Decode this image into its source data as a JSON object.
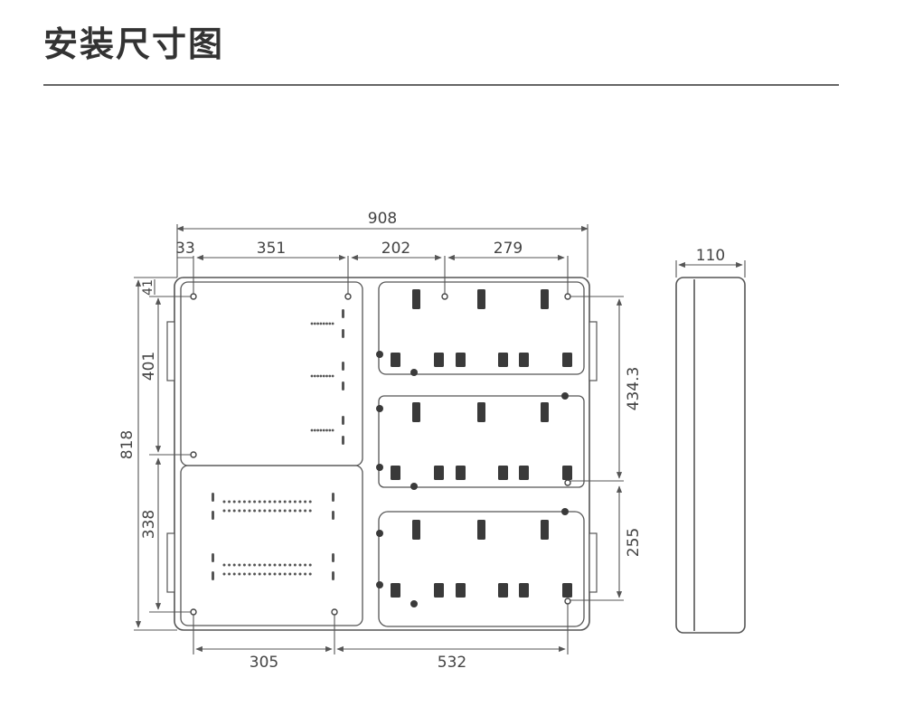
{
  "title": "安装尺寸图",
  "dimensions": {
    "overall_width": "908",
    "left_margin": "33",
    "left_panel_width": "351",
    "gap_middle": "202",
    "right_span": "279",
    "top_offset": "41",
    "upper_height": "401",
    "overall_height": "818",
    "lower_height": "338",
    "right_upper_height": "434.3",
    "right_lower_height": "255",
    "bottom_left": "305",
    "bottom_right": "532",
    "depth": "110"
  },
  "colors": {
    "line": "#555555",
    "meter_slot": "#3a3a3a"
  }
}
